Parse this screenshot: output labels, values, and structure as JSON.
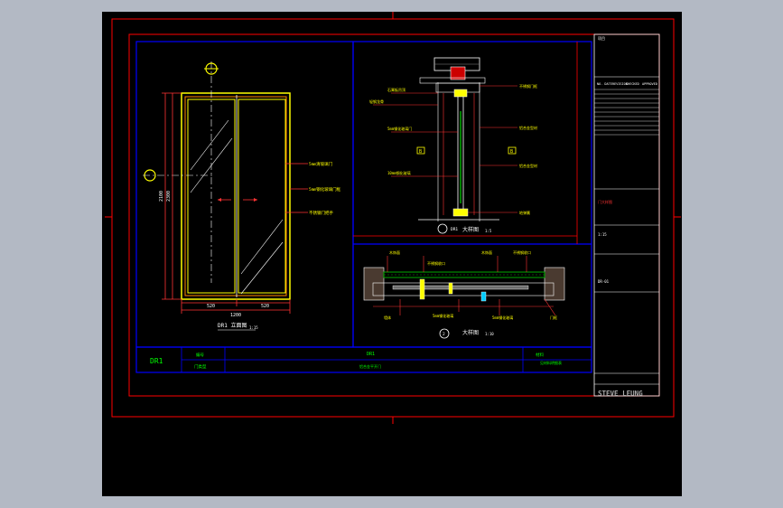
{
  "colors": {
    "background": "#000000",
    "frame": "#ff0000",
    "titleblock": "#ffffff",
    "viewport_border": "#0000ff",
    "door_frame": "#ffff00",
    "dimension": "#ff3333",
    "annotation_text": "#ffff00",
    "label_green": "#00ff00",
    "symbol_magenta": "#ff00ff",
    "hatch_green": "#00aa00",
    "section_blue": "#00ccff"
  },
  "elevation": {
    "title": "DR1 立面图",
    "scale": "1:15",
    "width_dim": "1200",
    "half_dims": [
      "520",
      "520"
    ],
    "height_dims": [
      "2100",
      "2300"
    ],
    "callouts": [
      "5mm清玻璃门",
      "5mm钢化玻璃门框",
      "不锈钢门把手"
    ]
  },
  "section_vertical": {
    "title": "大样图",
    "tag": "DR1",
    "scale": "1:5",
    "markers": [
      "B",
      "B"
    ],
    "callouts": [
      "石膏板吊顶",
      "轻钢龙骨",
      "5mm钢化玻璃门",
      "10mm钢化玻璃",
      "不锈钢门框",
      "铝合金型材",
      "地弹簧"
    ]
  },
  "section_horizontal": {
    "title": "大样图",
    "tag": "2",
    "scale": "1:10",
    "callouts": [
      "木饰面",
      "不锈钢收口",
      "5mm钢化玻璃",
      "墙体",
      "门框"
    ]
  },
  "schedule": {
    "door_id": "DR1",
    "row1": [
      "编号",
      "DR1",
      "材料"
    ],
    "row2": [
      "门类型",
      "铝合金平开门",
      "见材料明细表"
    ]
  },
  "titleblock": {
    "project": "项目",
    "rows": [
      "NO. DATE",
      "REVISION",
      "CHECKED",
      "APPROVED"
    ],
    "drawing_title": "门大样图",
    "drawing_no": "DR-01",
    "scale": "1:15",
    "firm": "STEVE LEUNG"
  }
}
